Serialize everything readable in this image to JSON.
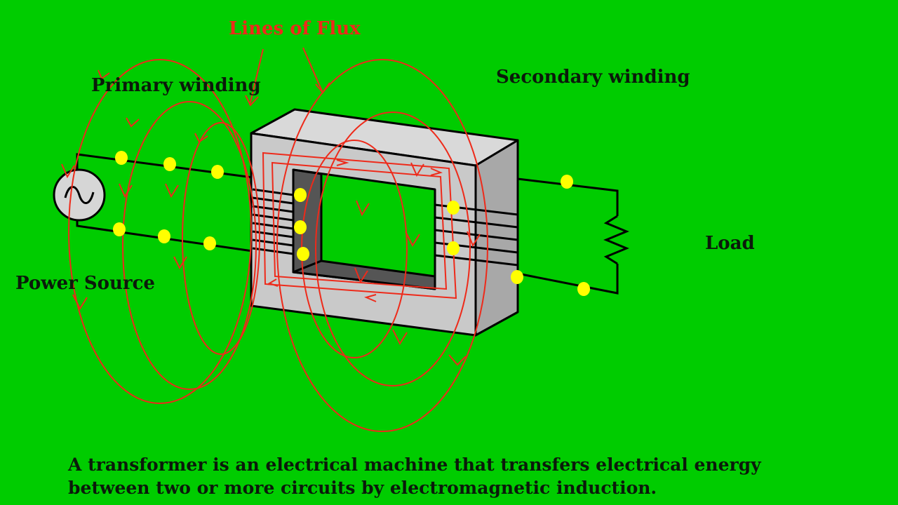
{
  "labels": {
    "lines_of_flux": "Lines of Flux",
    "primary_winding": "Primary winding",
    "secondary_winding": "Secondary winding",
    "power_source": "Power Source",
    "load": "Load"
  },
  "caption": {
    "line1": "A transformer is an electrical machine that transfers electrical energy",
    "line2": "between two or more circuits by electromagnetic induction."
  },
  "colors": {
    "background": "#00cc00",
    "flux": "#ee2a1a",
    "core_front": "#c9c9c9",
    "core_side": "#a8a8a8",
    "electron": "#ffff00",
    "text": "#0b1a0b"
  },
  "icons": {
    "source": "ac-source-icon",
    "load": "resistor-icon"
  }
}
